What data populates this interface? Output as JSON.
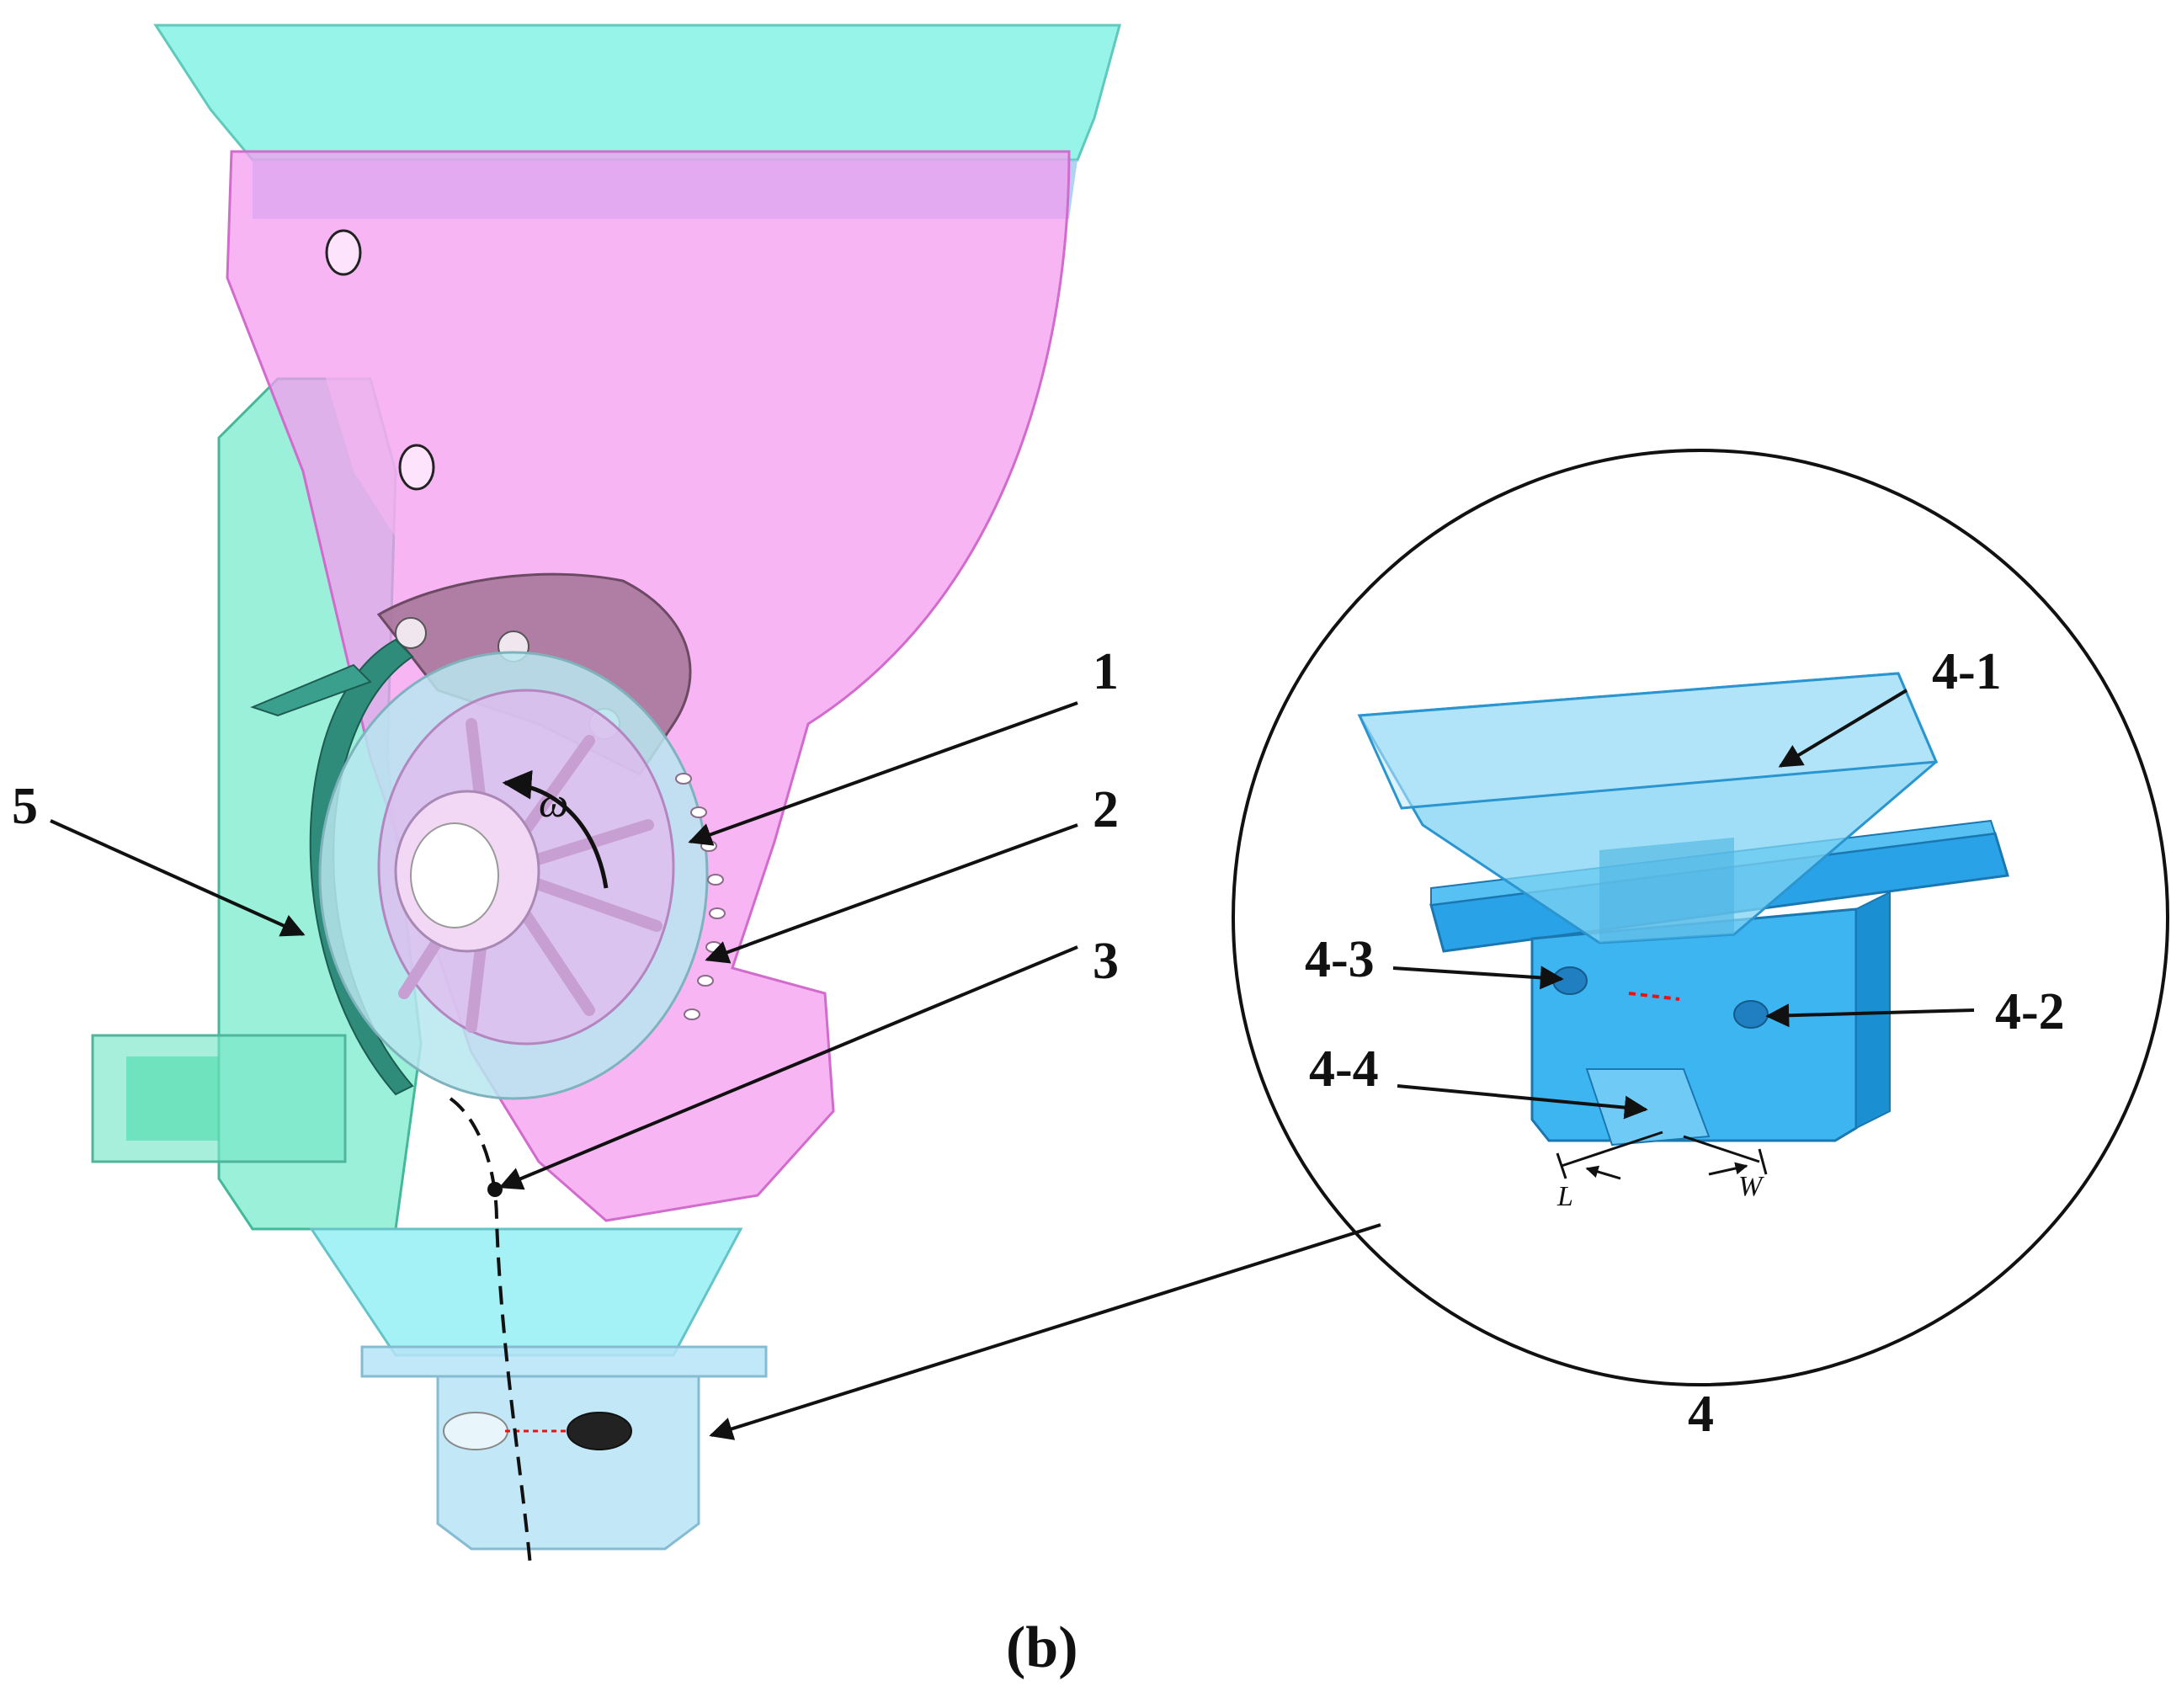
{
  "labels": {
    "part_1": "1",
    "part_2": "2",
    "part_3": "3",
    "part_4": "4",
    "part_5": "5",
    "part_4_1": "4-1",
    "part_4_2": "4-2",
    "part_4_3": "4-3",
    "part_4_4": "4-4",
    "dim_l": "L",
    "dim_w": "W",
    "omega": "ω"
  },
  "caption": "(b)",
  "colors": {
    "hopper_cyan": "#7ff0e0",
    "hopper_pink": "#f59cf0",
    "disc_purple": "#a7779b",
    "sensor_blue": "#33b1f0",
    "outline": "#111111"
  }
}
